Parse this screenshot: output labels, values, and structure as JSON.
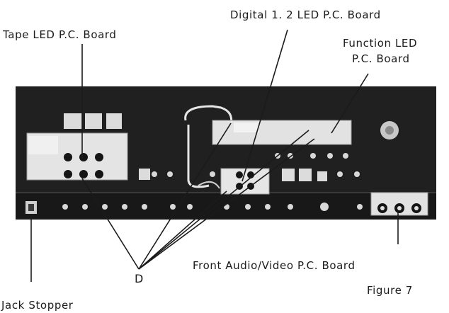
{
  "figure": {
    "caption": "Figure 7",
    "labels": {
      "tape_led": "Tape LED P.C. Board",
      "digital_led": "Digital 1. 2 LED P.C. Board",
      "function_led_line1": "Function LED",
      "function_led_line2": "P.C. Board",
      "front_av": "Front Audio/Video P.C. Board",
      "screw_callout": "D",
      "jack_stopper": "Jack Stopper"
    }
  }
}
